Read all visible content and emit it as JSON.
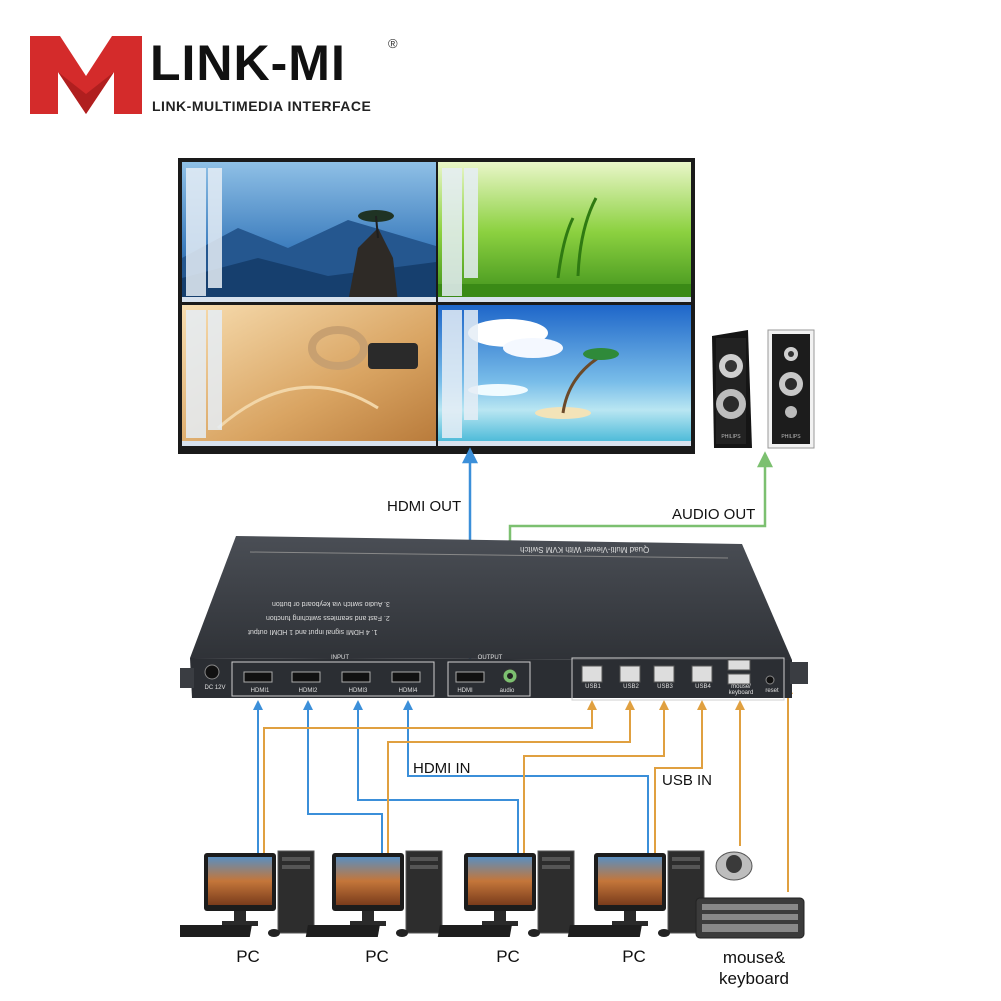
{
  "brand": {
    "name": "LINK-MI",
    "registered": "®",
    "tagline": "LINK-MULTIMEDIA INTERFACE"
  },
  "device": {
    "top_label": "Quad Multi-Viewer With KVM Switch",
    "features": [
      "1. 4 HDMI signal input and 1 HDMI output",
      "2. Fast and seamless switching function",
      "3. Audio switch via keyboard or button"
    ],
    "group_input": "INPUT",
    "group_output": "OUTPUT",
    "ports_hdmi": [
      "HDMI1",
      "HDMI2",
      "HDMI3",
      "HDMI4"
    ],
    "port_out_hdmi": "HDMI",
    "port_out_audio": "audio",
    "ports_usb": [
      "USB1",
      "USB2",
      "USB3",
      "USB4"
    ],
    "port_mk": "mouse/ keyboard",
    "port_reset": "reset",
    "power": "DC 12V"
  },
  "connections": {
    "hdmi_out": "HDMI OUT",
    "audio_out": "AUDIO OUT",
    "hdmi_in": "HDMI IN",
    "usb_in": "USB IN"
  },
  "computers": [
    "PC",
    "PC",
    "PC",
    "PC"
  ],
  "mouse_keyboard": [
    "mouse&",
    "keyboard"
  ],
  "speaker_brand": "PHILIPS",
  "colors": {
    "brand_red": "#d42b2b",
    "hdmi_line": "#3b8fd9",
    "usb_line": "#e0a040",
    "audio_line": "#7cc070",
    "device_body": "#3a3d42"
  }
}
